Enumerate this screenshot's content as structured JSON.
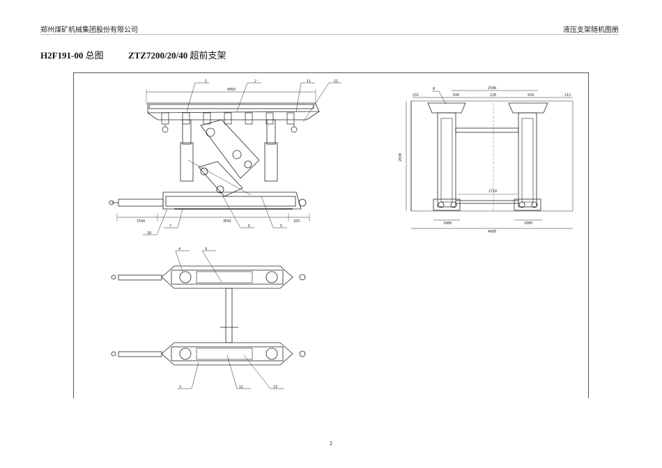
{
  "header": {
    "left": "郑州煤矿机械集团股份有限公司",
    "right": "液压支架随机图册"
  },
  "title": {
    "code": "H2F191-00",
    "code_suffix": "总图",
    "model": "ZTZ7200/20/40",
    "model_suffix": "超前支架"
  },
  "dims": {
    "side_top": "4950",
    "side_left": "1594",
    "side_mid": "3591",
    "side_right": "203",
    "front_top": "2548",
    "front_top_l": "934",
    "front_top_m": "120",
    "front_top_r": "934",
    "front_edge_l": "231",
    "front_edge_r": "213",
    "front_height": "2030",
    "front_mid": "1710",
    "front_base_l": "1000",
    "front_base_r": "1000",
    "front_overall": "4600"
  },
  "callouts": {
    "side": [
      "1",
      "2",
      "11",
      "11",
      "10",
      "7",
      "6",
      "5"
    ],
    "front": [
      "8"
    ],
    "plan": [
      "4",
      "9",
      "3",
      "12",
      "13"
    ]
  },
  "page_number": "2"
}
